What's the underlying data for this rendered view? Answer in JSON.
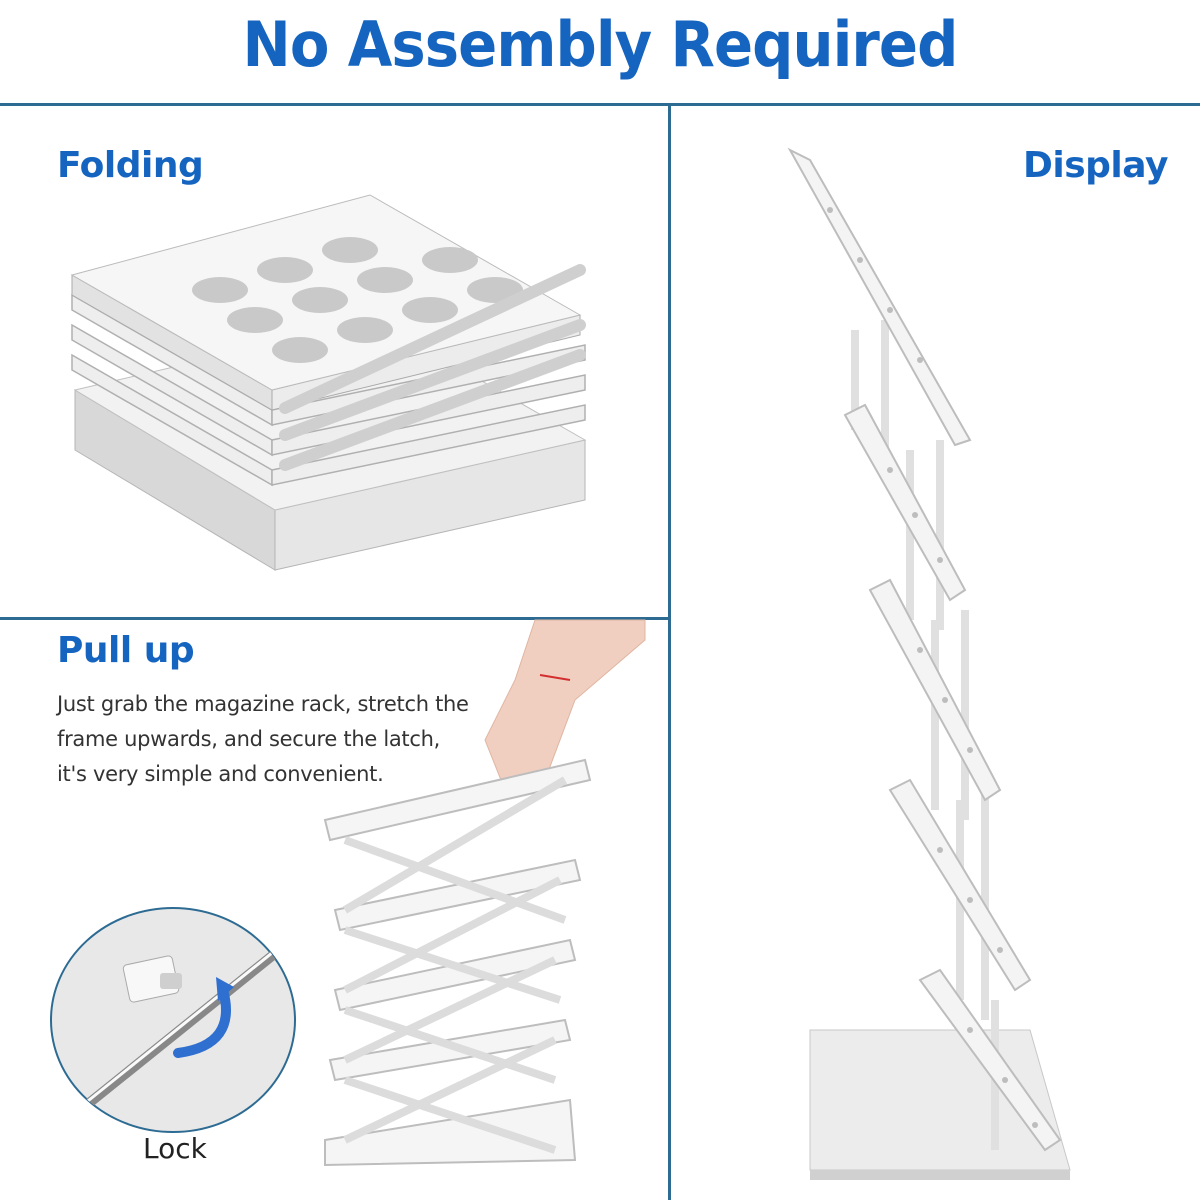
{
  "title": "No Assembly Required",
  "panels": {
    "folding": {
      "heading": "Folding"
    },
    "display": {
      "heading": "Display"
    },
    "pull_up": {
      "heading": "Pull up",
      "description_lines": [
        "Just grab the magazine rack, stretch the",
        "frame upwards, and secure the latch,",
        "it's very simple and convenient."
      ]
    },
    "lock_inset": {
      "label": "Lock"
    }
  },
  "colors": {
    "accent_blue": "#1565c0",
    "divider": "#2d6b93",
    "rack_white": "#eeeeee",
    "rack_shadow": "#b8b8b8"
  },
  "icons": [
    "folded-rack-image",
    "display-rack-image",
    "pull-up-rack-image",
    "lock-latch-image",
    "rotate-arrow-icon"
  ]
}
